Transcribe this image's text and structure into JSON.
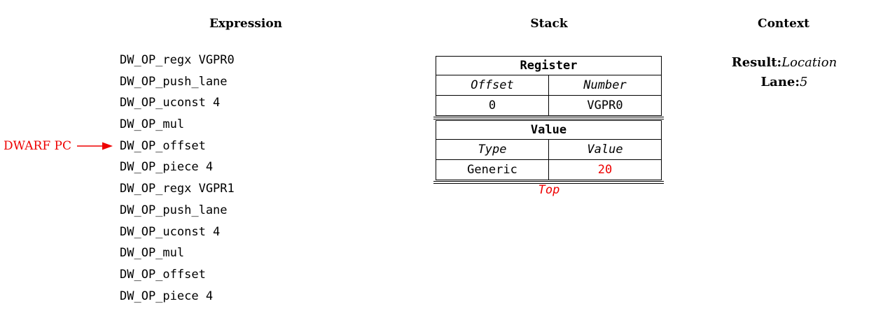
{
  "columns": {
    "expression": "Expression",
    "stack": "Stack",
    "context": "Context"
  },
  "expression": {
    "ops": [
      "DW_OP_regx VGPR0",
      "DW_OP_push_lane",
      "DW_OP_uconst 4",
      "DW_OP_mul",
      "DW_OP_offset",
      "DW_OP_piece 4",
      "DW_OP_regx VGPR1",
      "DW_OP_push_lane",
      "DW_OP_uconst 4",
      "DW_OP_mul",
      "DW_OP_offset",
      "DW_OP_piece 4"
    ],
    "pc_label": "DWARF PC",
    "pc_index": 4
  },
  "stack": {
    "register": {
      "title": "Register",
      "field1": "Offset",
      "field2": "Number",
      "value1": "0",
      "value2": "VGPR0"
    },
    "value": {
      "title": "Value",
      "field1": "Type",
      "field2": "Value",
      "value1": "Generic",
      "value2": "20"
    },
    "top_label": "Top"
  },
  "context": {
    "result_key": "Result:",
    "result_value": "Location",
    "lane_key": "Lane:",
    "lane_value": "5"
  },
  "colors": {
    "accent": "#ee0000",
    "text": "#000000"
  }
}
